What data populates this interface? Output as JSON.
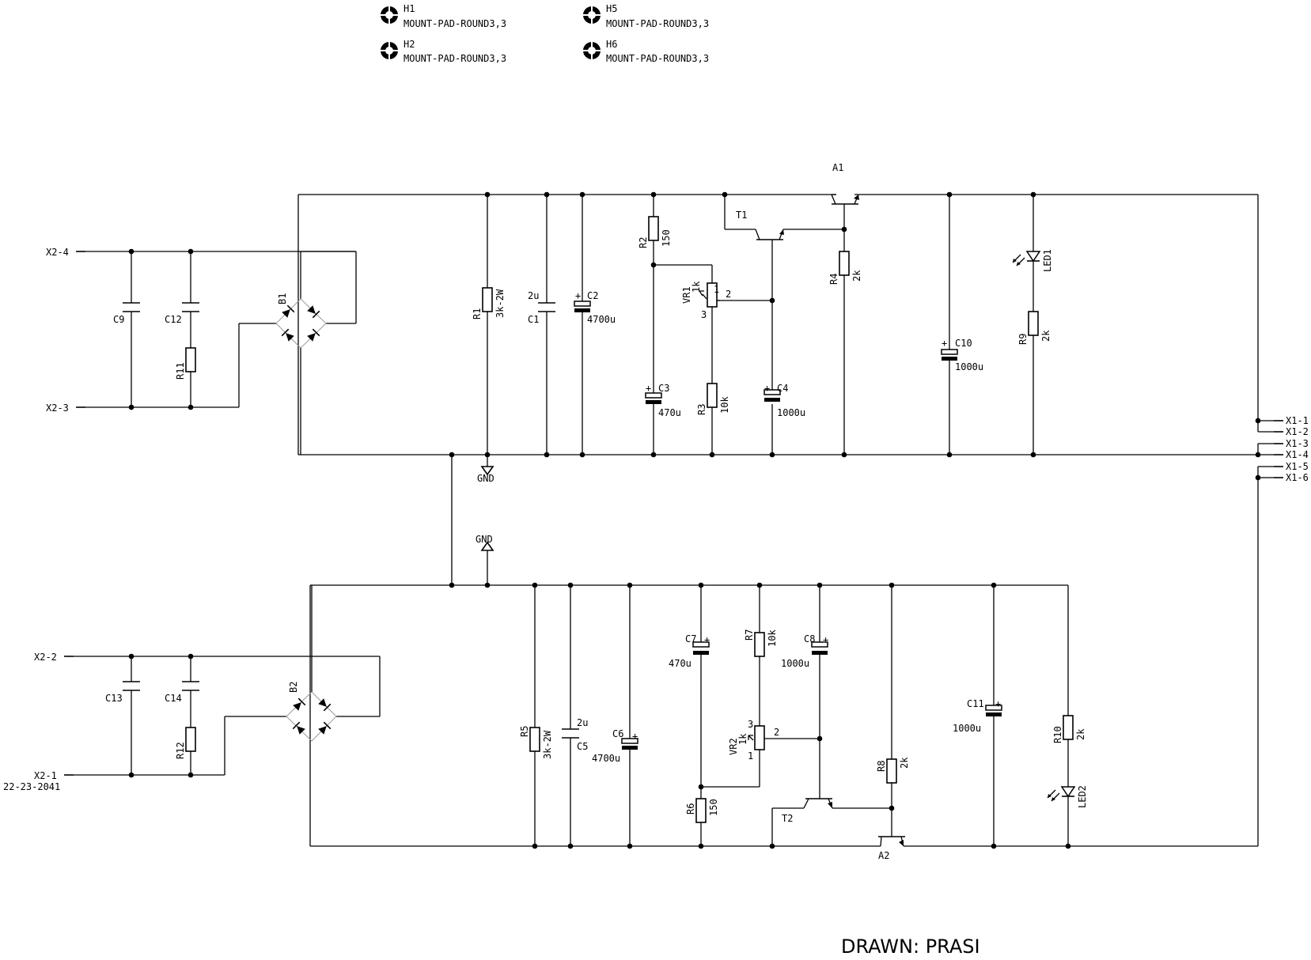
{
  "title_block": {
    "drawn": "DRAWN: PRASI",
    "doc_number": "22-23-2041"
  },
  "mount_holes": [
    {
      "ref": "H1",
      "value": "MOUNT-PAD-ROUND3,3"
    },
    {
      "ref": "H2",
      "value": "MOUNT-PAD-ROUND3,3"
    },
    {
      "ref": "H5",
      "value": "MOUNT-PAD-ROUND3,3"
    },
    {
      "ref": "H6",
      "value": "MOUNT-PAD-ROUND3,3"
    }
  ],
  "connectors": {
    "x2": [
      "X2-4",
      "X2-3",
      "X2-2",
      "X2-1"
    ],
    "x1": [
      "X1-1",
      "X1-2",
      "X1-3",
      "X1-4",
      "X1-5",
      "X1-6"
    ]
  },
  "power_labels": {
    "gnd_top": "GND",
    "gnd_bottom": "GND"
  },
  "pin_labels": {
    "one": "1",
    "two": "2",
    "three": "3"
  },
  "components": {
    "B1": {
      "ref": "B1"
    },
    "B2": {
      "ref": "B2"
    },
    "C9": {
      "ref": "C9"
    },
    "C12": {
      "ref": "C12"
    },
    "C13": {
      "ref": "C13"
    },
    "C14": {
      "ref": "C14"
    },
    "R11": {
      "ref": "R11"
    },
    "R12": {
      "ref": "R12"
    },
    "R1": {
      "ref": "R1",
      "value": "3k-2W"
    },
    "R5": {
      "ref": "R5",
      "value": "3k-2W"
    },
    "C1": {
      "ref": "C1",
      "value": "2u"
    },
    "C5": {
      "ref": "C5",
      "value": "2u"
    },
    "C2": {
      "ref": "C2",
      "value": "4700u"
    },
    "C6": {
      "ref": "C6",
      "value": "4700u"
    },
    "R2": {
      "ref": "R2",
      "value": "150"
    },
    "R6": {
      "ref": "R6",
      "value": "150"
    },
    "VR1": {
      "ref": "VR1",
      "value": "1k"
    },
    "VR2": {
      "ref": "VR2",
      "value": "1k"
    },
    "C3": {
      "ref": "C3",
      "value": "470u"
    },
    "C7": {
      "ref": "C7",
      "value": "470u"
    },
    "R3": {
      "ref": "R3",
      "value": "10k"
    },
    "R7": {
      "ref": "R7",
      "value": "10k"
    },
    "T1": {
      "ref": "T1"
    },
    "T2": {
      "ref": "T2"
    },
    "C4": {
      "ref": "C4",
      "value": "1000u"
    },
    "C8": {
      "ref": "C8",
      "value": "1000u"
    },
    "A1": {
      "ref": "A1"
    },
    "A2": {
      "ref": "A2"
    },
    "R4": {
      "ref": "R4",
      "value": "2k"
    },
    "R8": {
      "ref": "R8",
      "value": "2k"
    },
    "C10": {
      "ref": "C10",
      "value": "1000u"
    },
    "C11": {
      "ref": "C11",
      "value": "1000u"
    },
    "LED1": {
      "ref": "LED1"
    },
    "LED2": {
      "ref": "LED2"
    },
    "R9": {
      "ref": "R9",
      "value": "2k"
    },
    "R10": {
      "ref": "R10",
      "value": "2k"
    }
  }
}
